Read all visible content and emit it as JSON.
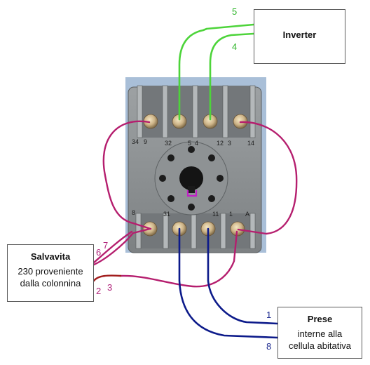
{
  "boxes": {
    "inverter": {
      "title": "Inverter"
    },
    "salvavita": {
      "title": "Salvavita",
      "line1": "230 proveniente",
      "line2": "dalla colonnina"
    },
    "prese": {
      "title": "Prese",
      "line1": "interne alla",
      "line2": "cellula abitativa"
    }
  },
  "wire_labels": {
    "w5": "5",
    "w4": "4",
    "w6": "6",
    "w7": "7",
    "w2": "2",
    "w3": "3",
    "w1": "1",
    "w8": "8"
  },
  "socket_labels": {
    "t34": "34",
    "t9": "9",
    "t32": "32",
    "t5": "5",
    "t4": "4",
    "t12": "12",
    "t3": "3",
    "t14": "14",
    "b8": "8",
    "b31": "31",
    "b11": "11",
    "b1": "1",
    "ba": "A"
  },
  "colors": {
    "green": "#4dd43a",
    "magenta": "#b51e6e",
    "navy": "#0c1a8a",
    "darkred": "#a21d1d",
    "label_green": "#2fb52a",
    "label_magenta": "#b0237a",
    "label_navy": "#1d2a90"
  }
}
